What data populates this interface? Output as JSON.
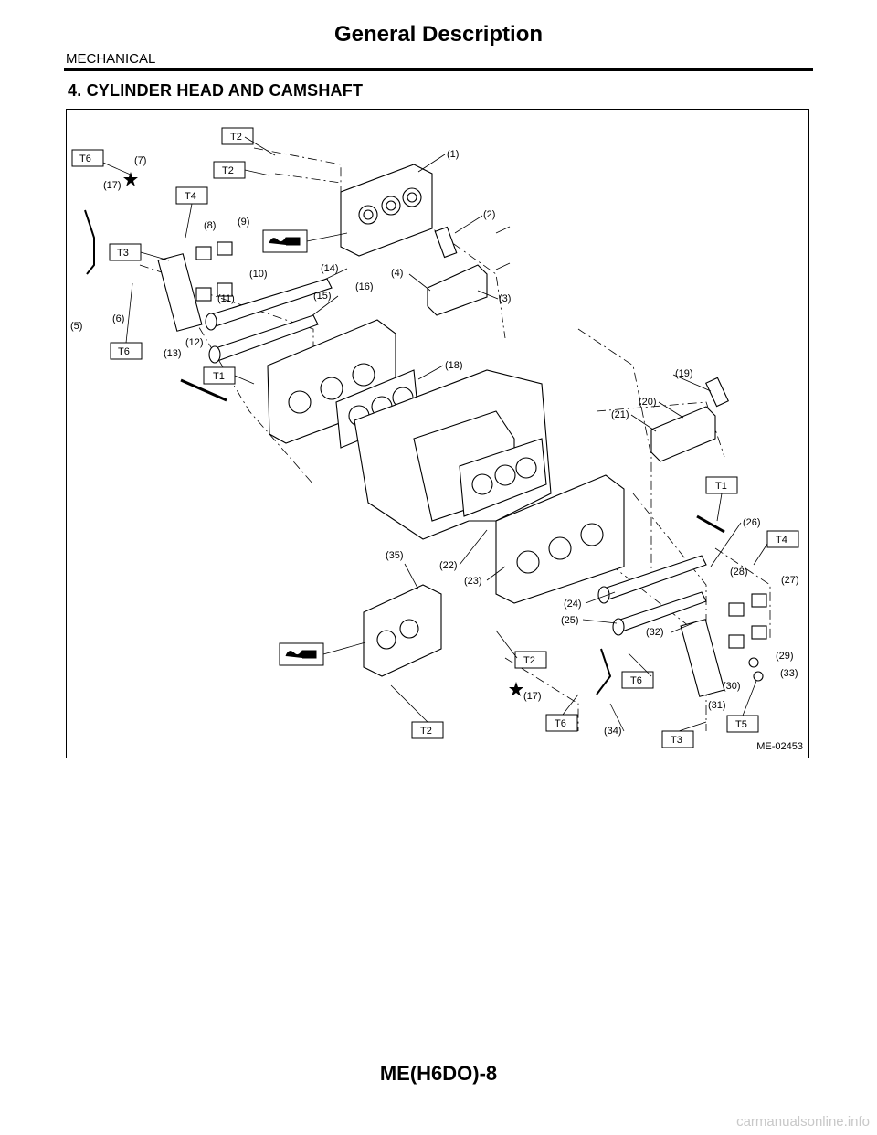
{
  "header": {
    "title": "General Description",
    "section": "MECHANICAL"
  },
  "heading": "4.  CYLINDER HEAD AND CAMSHAFT",
  "figure": {
    "id": "ME-02453",
    "part_labels": [
      "(1)",
      "(2)",
      "(3)",
      "(4)",
      "(5)",
      "(6)",
      "(7)",
      "(8)",
      "(9)",
      "(10)",
      "(11)",
      "(12)",
      "(13)",
      "(14)",
      "(15)",
      "(16)",
      "(17)",
      "(18)",
      "(19)",
      "(20)",
      "(21)",
      "(22)",
      "(23)",
      "(24)",
      "(25)",
      "(26)",
      "(27)",
      "(28)",
      "(29)",
      "(30)",
      "(31)",
      "(32)",
      "(33)",
      "(34)",
      "(35)",
      "(17)"
    ],
    "torque_labels": [
      "T6",
      "T2",
      "T2",
      "T4",
      "T3",
      "T6",
      "T1",
      "T1",
      "T4",
      "T2",
      "T6",
      "T2",
      "T6",
      "T3",
      "T5"
    ],
    "icons": [
      "liquid-gasket-icon",
      "liquid-gasket-icon",
      "star-icon",
      "star-icon"
    ]
  },
  "footer": {
    "page_number": "ME(H6DO)-8",
    "watermark": "carmanualsonline.info"
  }
}
